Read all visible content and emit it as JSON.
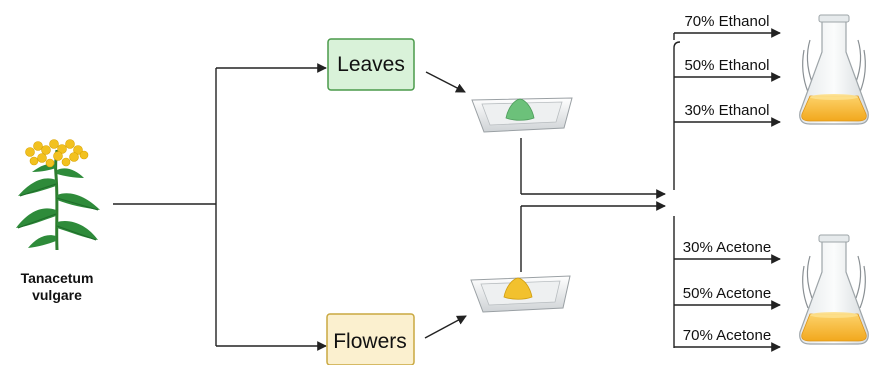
{
  "plant": {
    "name_line1": "Tanacetum",
    "name_line2": "vulgare"
  },
  "parts": {
    "leaves": "Leaves",
    "flowers": "Flowers"
  },
  "extraction": {
    "ethanol": [
      "70% Ethanol",
      "50% Ethanol",
      "30% Ethanol"
    ],
    "acetone": [
      "30% Acetone",
      "50% Acetone",
      "70% Acetone"
    ]
  },
  "colors": {
    "leaves_box_fill": "#d9f2d9",
    "leaves_box_stroke": "#4a9a4a",
    "flowers_box_fill": "#fbf0cf",
    "flowers_box_stroke": "#c9a840",
    "leaf_sample": "#6cc17a",
    "flower_sample": "#f2c12e",
    "extract_liquid": "#f7b731",
    "arrow": "#222222"
  },
  "icons": {
    "plant": "tansy-plant-icon",
    "dish": "weighing-boat-icon",
    "flask": "erlenmeyer-flask-icon"
  }
}
